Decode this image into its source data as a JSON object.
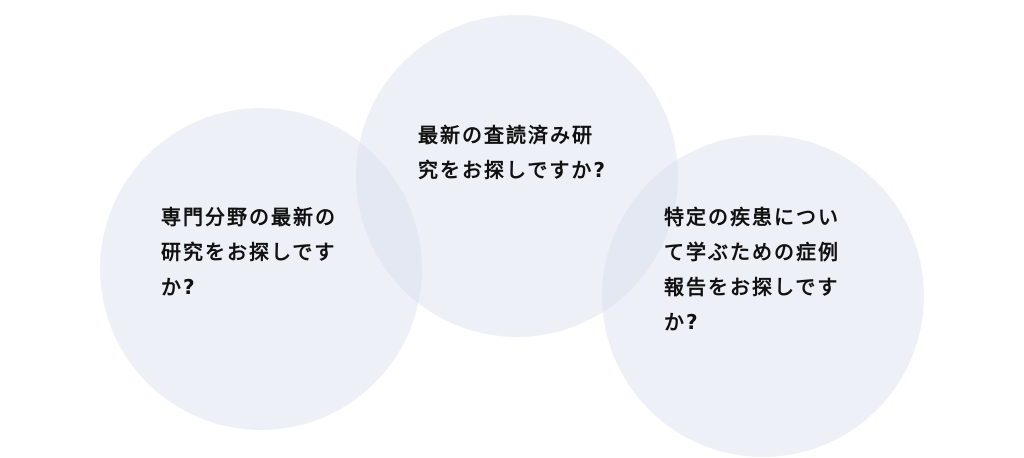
{
  "options": [
    {
      "lines": [
        "専門分野の最新の",
        "研究をお探しです",
        "か?"
      ]
    },
    {
      "lines": [
        "最新の査読済み研",
        "究をお探しですか?"
      ]
    },
    {
      "lines": [
        "特定の疾患につい",
        "て学ぶための症例",
        "報告をお探しです",
        "か?"
      ]
    }
  ]
}
